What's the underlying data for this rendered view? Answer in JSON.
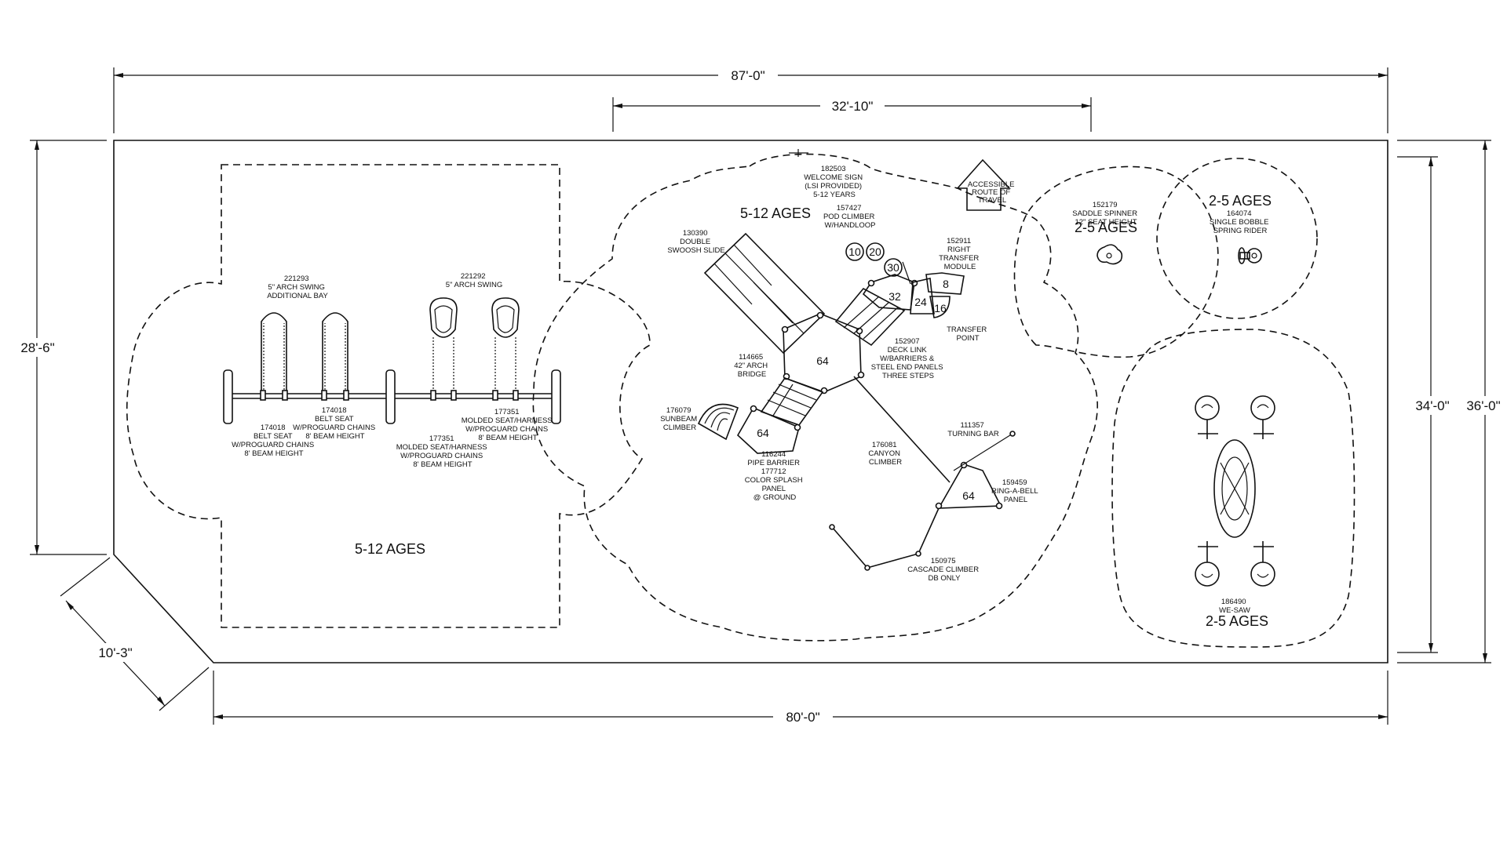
{
  "dimensions": {
    "overall_width": "87'-0\"",
    "structure_width": "32'-10\"",
    "left_height": "28'-6\"",
    "diagonal": "10'-3\"",
    "bottom_width": "80'-0\"",
    "right_inner_height": "34'-0\"",
    "right_outer_height": "36'-0\""
  },
  "zones": {
    "swing_zone_age": "5-12 AGES",
    "structure_zone_age": "5-12 AGES",
    "saddle_zone_age": "2-5 AGES",
    "bobble_zone_age": "2-5 AGES",
    "wesaw_zone_age": "2-5 AGES"
  },
  "labels": {
    "arch_swing_bay": [
      "221293",
      "5\" ARCH SWING",
      "ADDITIONAL BAY"
    ],
    "arch_swing": [
      "221292",
      "5\" ARCH SWING"
    ],
    "belt_seat_left": [
      "174018",
      "BELT SEAT",
      "W/PROGUARD CHAINS",
      "8' BEAM HEIGHT"
    ],
    "belt_seat_right": [
      "174018",
      "BELT SEAT",
      "W/PROGUARD CHAINS",
      "8' BEAM HEIGHT"
    ],
    "molded_seat_left": [
      "177351",
      "MOLDED SEAT/HARNESS",
      "W/PROGUARD CHAINS",
      "8' BEAM HEIGHT"
    ],
    "molded_seat_right": [
      "177351",
      "MOLDED SEAT/HARNESS",
      "W/PROGUARD CHAINS",
      "8' BEAM HEIGHT"
    ],
    "welcome_sign": [
      "182503",
      "WELCOME SIGN",
      "(LSI PROVIDED)",
      "5-12 YEARS"
    ],
    "accessible_route": [
      "ACCESSIBLE",
      "ROUTE OF",
      "TRAVEL"
    ],
    "double_slide": [
      "130390",
      "DOUBLE",
      "SWOOSH SLIDE"
    ],
    "pod_climber": [
      "157427",
      "POD CLIMBER",
      "W/HANDLOOP"
    ],
    "transfer_module": [
      "152911",
      "RIGHT",
      "TRANSFER",
      "MODULE"
    ],
    "transfer_point": [
      "TRANSFER",
      "POINT"
    ],
    "deck_link": [
      "152907",
      "DECK LINK",
      "W/BARRIERS &",
      "STEEL END PANELS",
      "THREE STEPS"
    ],
    "arch_bridge": [
      "114665",
      "42\" ARCH",
      "BRIDGE"
    ],
    "sunbeam_climber": [
      "176079",
      "SUNBEAM",
      "CLIMBER"
    ],
    "pipe_barrier": [
      "116244",
      "PIPE BARRIER",
      "177712",
      "COLOR SPLASH",
      "PANEL",
      "@ GROUND"
    ],
    "canyon_climber": [
      "176081",
      "CANYON",
      "CLIMBER"
    ],
    "turning_bar": [
      "111357",
      "TURNING BAR"
    ],
    "ring_a_bell": [
      "159459",
      "RING-A-BELL",
      "PANEL"
    ],
    "cascade_climber": [
      "150975",
      "CASCADE CLIMBER",
      "DB ONLY"
    ],
    "saddle_spinner": [
      "152179",
      "SADDLE SPINNER",
      "12\" SEAT HEIGHT"
    ],
    "bobble_rider": [
      "164074",
      "SINGLE BOBBLE",
      "SPRING RIDER"
    ],
    "we_saw": [
      "186490",
      "WE-SAW"
    ]
  },
  "deck_heights": {
    "h10": "10",
    "h20": "20",
    "h30": "30",
    "h32": "32",
    "h24": "24",
    "h8": "8",
    "h16": "16",
    "h64_main": "64",
    "h64_lower": "64",
    "h64_right": "64"
  }
}
